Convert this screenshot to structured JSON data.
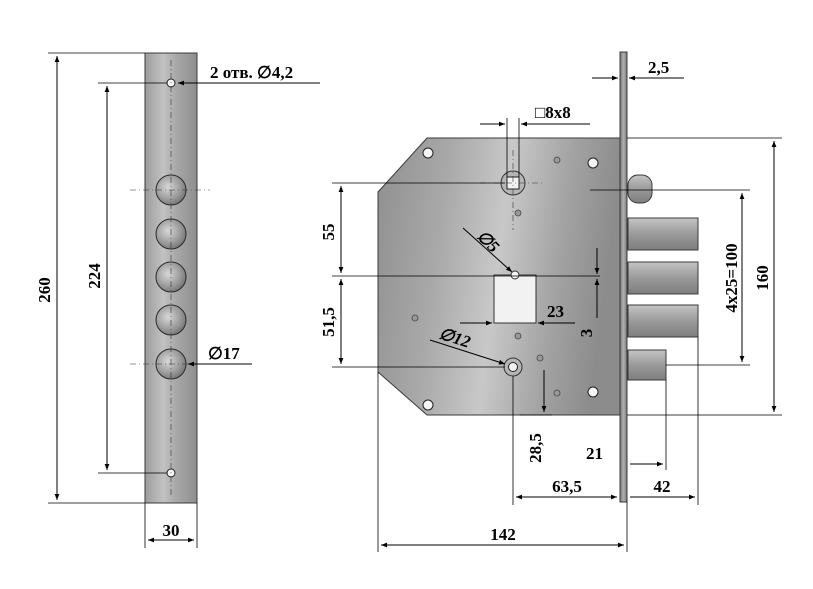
{
  "drawing": {
    "type": "lock-dimension-drawing",
    "colors": {
      "metal_light": "#b9b9b9",
      "metal_dark": "#8a8a8a",
      "line": "#000000"
    },
    "strike_plate": {
      "labels": {
        "height": "260",
        "hole_span": "224",
        "width": "30",
        "holes_note": "2 отв. ∅4,2",
        "big_hole": "∅17"
      }
    },
    "lock_body": {
      "labels": {
        "faceplate_thickness": "2,5",
        "spindle_square": "□8x8",
        "dim_55": "55",
        "dim_51_5": "51,5",
        "hole_5": "∅5",
        "dim_23": "23",
        "dim_3": "3",
        "hole_12": "∅12",
        "bolts": "4x25=100",
        "faceplate_height": "160",
        "dim_28_5": "28,5",
        "dim_21": "21",
        "backset": "63,5",
        "bolt_throw": "42",
        "body_width": "142"
      }
    }
  }
}
